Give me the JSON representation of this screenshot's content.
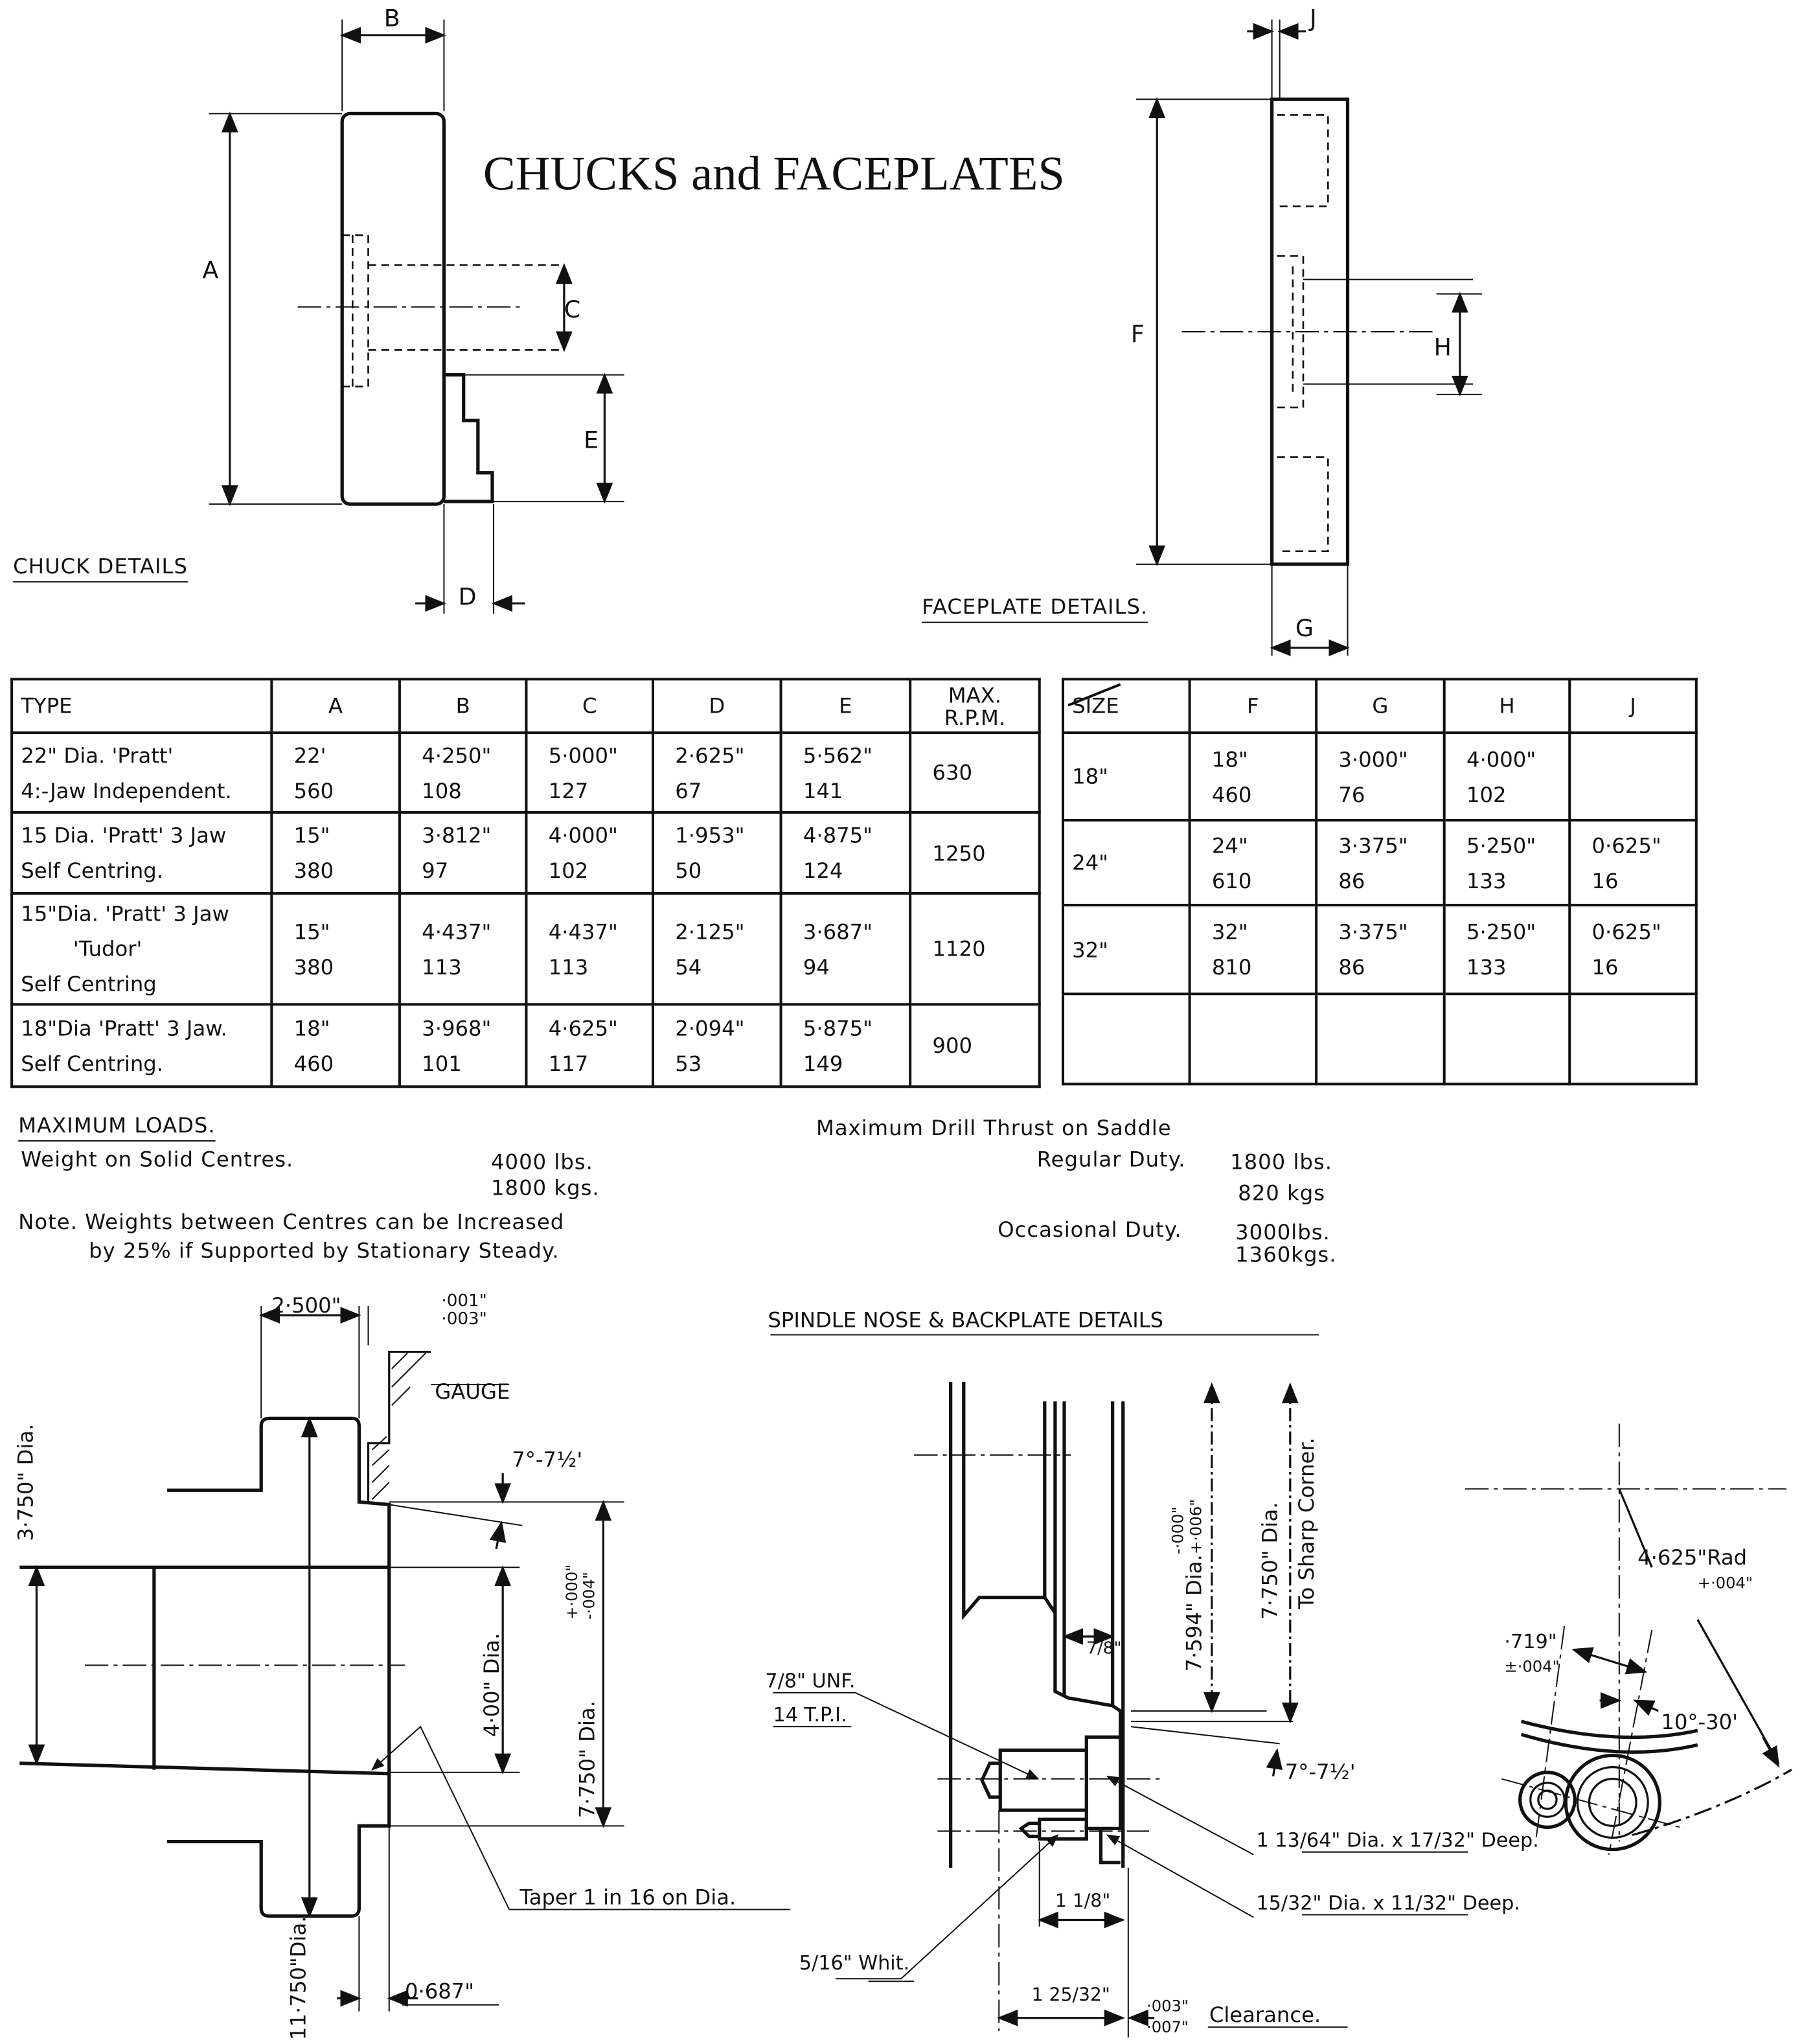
{
  "title": "CHUCKS and FACEPLATES",
  "chuck_drawing": {
    "caption": "CHUCK DETAILS",
    "labels": {
      "a": "A",
      "b": "B",
      "c": "C",
      "d": "D",
      "e": "E"
    }
  },
  "faceplate_drawing": {
    "caption": "FACEPLATE DETAILS.",
    "labels": {
      "f": "F",
      "g": "G",
      "h": "H",
      "j": "J"
    }
  },
  "chuck_table": {
    "headers": [
      "TYPE",
      "A",
      "B",
      "C",
      "D",
      "E",
      "MAX. R.P.M."
    ],
    "rows": [
      {
        "cells": [
          [
            "22\" Dia. 'Pratt'",
            "4:-Jaw Independent."
          ],
          [
            "22'",
            "560"
          ],
          [
            "4·250\"",
            "108"
          ],
          [
            "5·000\"",
            "127"
          ],
          [
            "2·625\"",
            "67"
          ],
          [
            "5·562\"",
            "141"
          ],
          [
            "630"
          ]
        ]
      },
      {
        "cells": [
          [
            "15  Dia. 'Pratt' 3 Jaw",
            "Self Centring."
          ],
          [
            "15\"",
            "380"
          ],
          [
            "3·812\"",
            "97"
          ],
          [
            "4·000\"",
            "102"
          ],
          [
            "1·953\"",
            "50"
          ],
          [
            "4·875\"",
            "124"
          ],
          [
            "1250"
          ]
        ]
      },
      {
        "cells": [
          [
            "15\"Dia. 'Pratt' 3 Jaw",
            "'Tudor'",
            "Self Centring"
          ],
          [
            "15\"",
            "380"
          ],
          [
            "4·437\"",
            "113"
          ],
          [
            "4·437\"",
            "113"
          ],
          [
            "2·125\"",
            "54"
          ],
          [
            "3·687\"",
            "94"
          ],
          [
            "1120"
          ]
        ]
      },
      {
        "cells": [
          [
            "18\"Dia 'Pratt' 3 Jaw.",
            "Self Centring."
          ],
          [
            "18\"",
            "460"
          ],
          [
            "3·968\"",
            "101"
          ],
          [
            "4·625\"",
            "117"
          ],
          [
            "2·094\"",
            "53"
          ],
          [
            "5·875\"",
            "149"
          ],
          [
            "900"
          ]
        ]
      }
    ]
  },
  "faceplate_table": {
    "headers": [
      "SIZE",
      "F",
      "G",
      "H",
      "J"
    ],
    "rows": [
      {
        "cells": [
          [
            "18\""
          ],
          [
            "18\"",
            "460"
          ],
          [
            "3·000\"",
            "76"
          ],
          [
            "4·000\"",
            "102"
          ],
          [
            "/"
          ]
        ]
      },
      {
        "cells": [
          [
            "24\""
          ],
          [
            "24\"",
            "610"
          ],
          [
            "3·375\"",
            "86"
          ],
          [
            "5·250\"",
            "133"
          ],
          [
            "0·625\"",
            "16"
          ]
        ]
      },
      {
        "cells": [
          [
            "32\""
          ],
          [
            "32\"",
            "810"
          ],
          [
            "3·375\"",
            "86"
          ],
          [
            "5·250\"",
            "133"
          ],
          [
            "0·625\"",
            "16"
          ]
        ]
      },
      {
        "cells": [
          [
            ""
          ],
          [
            ""
          ],
          [
            ""
          ],
          [
            ""
          ],
          [
            ""
          ]
        ]
      }
    ]
  },
  "max_loads": {
    "heading": "MAXIMUM LOADS.",
    "weight_label": "Weight on Solid Centres.",
    "weight_lbs": "4000 lbs.",
    "weight_kgs": "1800 kgs.",
    "note_line1": "Note. Weights between Centres can be Increased",
    "note_line2": "by 25% if Supported by Stationary Steady."
  },
  "drill_thrust": {
    "heading": "Maximum Drill Thrust on Saddle",
    "regular_label": "Regular Duty.",
    "regular_lbs": "1800 lbs.",
    "regular_kgs": "820 kgs",
    "occasional_label": "Occasional Duty.",
    "occasional_lbs": "3000lbs.",
    "occasional_kgs": "1360kgs."
  },
  "spindle_profile": {
    "dim_2500": "2·500\"",
    "tol_001": "·001\"",
    "tol_003": "·003\"",
    "gauge": "GAUGE",
    "angle": "7°-7½'",
    "dia_3750": "3·750\" Dia.",
    "dia_400": "4·00\" Dia.",
    "dia_7750": "7·750\" Dia.",
    "tol_plus": "+·000\"",
    "tol_minus": "-·004\"",
    "dia_11750": "11·750\"Dia.",
    "taper": "Taper 1 in 16 on Dia.",
    "dim_0687": "0·687\""
  },
  "spindle_nose": {
    "heading": "SPINDLE NOSE & BACKPLATE DETAILS",
    "unf": "7/8\" UNF.",
    "tpi": "14 T.P.I.",
    "dim_7_8": "7/8\"",
    "dia_7594": "7·594\" Dia.",
    "tol_000": "-·000\"",
    "tol_006": "+·006\"",
    "dia_7750": "7·750\" Dia.",
    "sharp_corner": "To Sharp Corner.",
    "angle": "7°-7½'",
    "hole1": "1 13/64\" Dia. x 17/32\" Deep.",
    "hole2": "15/32\" Dia. x 11/32\" Deep.",
    "dim_1_1_8": "1 1/8\"",
    "whit": "5/16\" Whit.",
    "dim_1_25_32": "1 25/32\"",
    "clear_003": "·003\"",
    "clear_007": "·007\"",
    "clearance": "Clearance.",
    "radius": "4·625\"Rad",
    "radius_tol": "+·004\"",
    "dim_719": "·719\"",
    "tol_719": "±·004\"",
    "angle_10_30": "10°-30'"
  }
}
